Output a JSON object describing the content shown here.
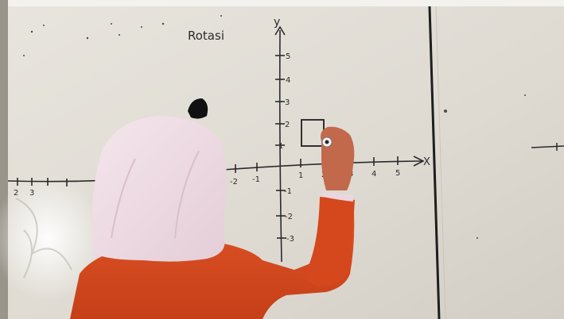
{
  "board": {
    "title": "Rotasi",
    "axis_x_label": "X",
    "axis_y_label": "y",
    "x_ticks_right": [
      "1",
      "2",
      "3",
      "4",
      "5"
    ],
    "x_ticks_left": [
      "-2",
      "-1"
    ],
    "x_ticks_far_left": [
      "2",
      "3"
    ],
    "y_ticks_up": [
      "1",
      "2",
      "3",
      "4",
      "5"
    ],
    "y_ticks_down": [
      "-1",
      "-2",
      "-3"
    ]
  },
  "colors": {
    "board": "#e4e1d9",
    "board_shadow": "#cfcbc2",
    "marker": "#2b2b2b",
    "hijab": "#eedbe4",
    "shirt": "#d94a1f",
    "skin": "#c2694c"
  }
}
